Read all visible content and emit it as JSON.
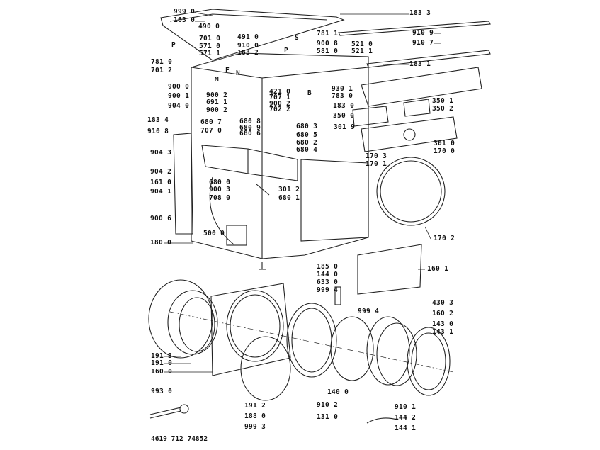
{
  "diagram_title_code": "4619 712 74852",
  "labels": [
    "999 0",
    "163 0",
    "490 0",
    "701 0",
    "571 0",
    "571 1",
    "491 0",
    "910 0",
    "183 2",
    "781 1",
    "S",
    "P",
    "900 8",
    "581 0",
    "521 0",
    "521 1",
    "183 3",
    "910 9",
    "910 7",
    "183 1",
    "P",
    "781 0",
    "701 2",
    "900 0",
    "900 1",
    "904 0",
    "183 4",
    "910 8",
    "421 0",
    "707 1",
    "900 2",
    "702 2",
    "900 2",
    "691 1",
    "900 2",
    "930 1",
    "B",
    "783 0",
    "183 0",
    "350 1",
    "350 2",
    "350 0",
    "301 9",
    "301 0",
    "170 0",
    "170 3",
    "170 1",
    "680 7",
    "707 0",
    "680 8",
    "680 9",
    "680 6",
    "680 3",
    "680 5",
    "680 2",
    "680 4",
    "904 3",
    "904 2",
    "161 0",
    "904 1",
    "900 6",
    "180 0",
    "680 0",
    "900 3",
    "708 0",
    "301 2",
    "680 1",
    "500 0",
    "170 2",
    "185 0",
    "144 0",
    "633 0",
    "999 4",
    "160 1",
    "999 4",
    "430 3",
    "160 2",
    "143 0",
    "143 1",
    "191 3",
    "191 0",
    "160 0",
    "993 0",
    "140 0",
    "191 2",
    "188 0",
    "999 3",
    "910 2",
    "131 0",
    "910 1",
    "144 2",
    "144 1",
    "M",
    "N",
    "F"
  ]
}
